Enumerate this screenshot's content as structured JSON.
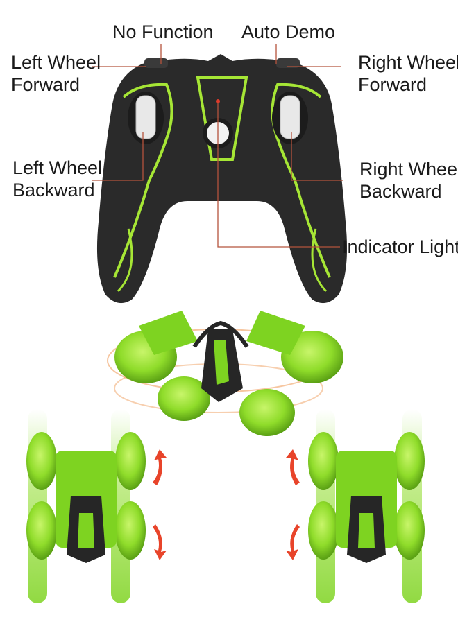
{
  "labels": {
    "no_function": "No Function",
    "auto_demo": "Auto Demo",
    "left_forward": [
      "Left Wheel",
      "Forward"
    ],
    "right_forward": [
      "Right Wheel",
      "Forward"
    ],
    "left_backward": [
      "Left Wheel",
      "Backward"
    ],
    "right_backward": [
      "Right Wheel",
      "Backward"
    ],
    "indicator": "Indicator Light"
  },
  "colors": {
    "accent_green": "#a6e635",
    "car_green": "#7ed321",
    "body_dark": "#262626",
    "leader_line": "#b5533c",
    "arrow_red": "#e8442a"
  },
  "images": {
    "controller": "remote-controller",
    "car_spin": "stunt-car-spinning",
    "car_left": "stunt-car-driving-left",
    "car_right": "stunt-car-driving-right"
  }
}
